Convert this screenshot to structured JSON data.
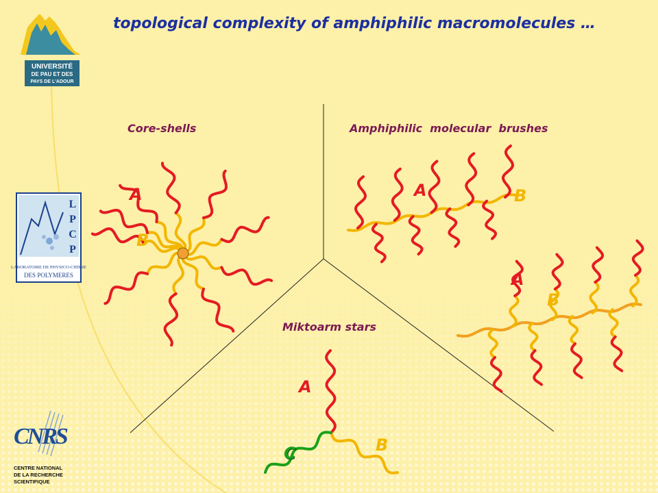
{
  "title": "topological complexity of amphiphilic macromolecules …",
  "sections": {
    "core_shells": "Core-shells",
    "brushes": "Amphiphilic  molecular  brushes",
    "miktoarm": "Miktoarm stars"
  },
  "block_labels": {
    "core_A": "A",
    "core_B": "B",
    "brush1_A": "A",
    "brush1_B": "B",
    "brush2_A": "A",
    "brush2_B": "B",
    "mikto_A": "A",
    "mikto_B": "B",
    "mikto_C": "C"
  },
  "logos": {
    "university": {
      "line1": "UNIVERSITÉ",
      "line2": "DE PAU ET DES",
      "line3": "PAYS DE L'ADOUR"
    },
    "lpcp": {
      "letters": [
        "L",
        "P",
        "C",
        "P"
      ],
      "line1": "LABORATOIRE DE PHYSICO-CHIMIE",
      "line2": "DES POLYMERES"
    },
    "cnrs": {
      "mark": "CNRS",
      "line1": "CENTRE NATIONAL",
      "line2": "DE LA RECHERCHE",
      "line3": "SCIENTIFIQUE"
    }
  },
  "colors": {
    "background": "#fdf0a8",
    "block_A": "#e41b23",
    "block_B": "#f2b600",
    "block_C": "#1aa11a",
    "backbone": "#f0a020",
    "title": "#1c2fa0",
    "section_label": "#7a1a55",
    "core": "#f0a030",
    "divider": "#222222"
  }
}
